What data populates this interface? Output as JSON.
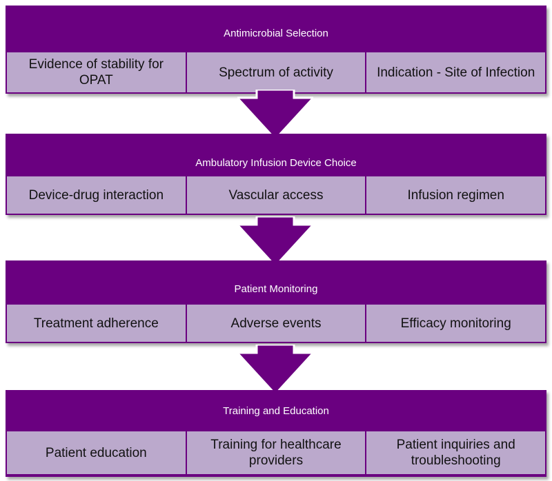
{
  "colors": {
    "stage_fill": "#6a0080",
    "cell_fill": "#bba9cc",
    "arrow_fill": "#6a0080"
  },
  "stages": [
    {
      "title": "Antimicrobial Selection",
      "items": [
        "Evidence of stability for OPAT",
        "Spectrum of activity",
        "Indication - Site of Infection"
      ]
    },
    {
      "title": "Ambulatory Infusion Device Choice",
      "items": [
        "Device-drug interaction",
        "Vascular access",
        "Infusion regimen"
      ]
    },
    {
      "title": "Patient Monitoring",
      "items": [
        "Treatment adherence",
        "Adverse events",
        "Efficacy monitoring"
      ]
    },
    {
      "title": "Training and Education",
      "items": [
        "Patient education",
        "Training for healthcare providers",
        "Patient inquiries and troubleshooting"
      ]
    }
  ]
}
